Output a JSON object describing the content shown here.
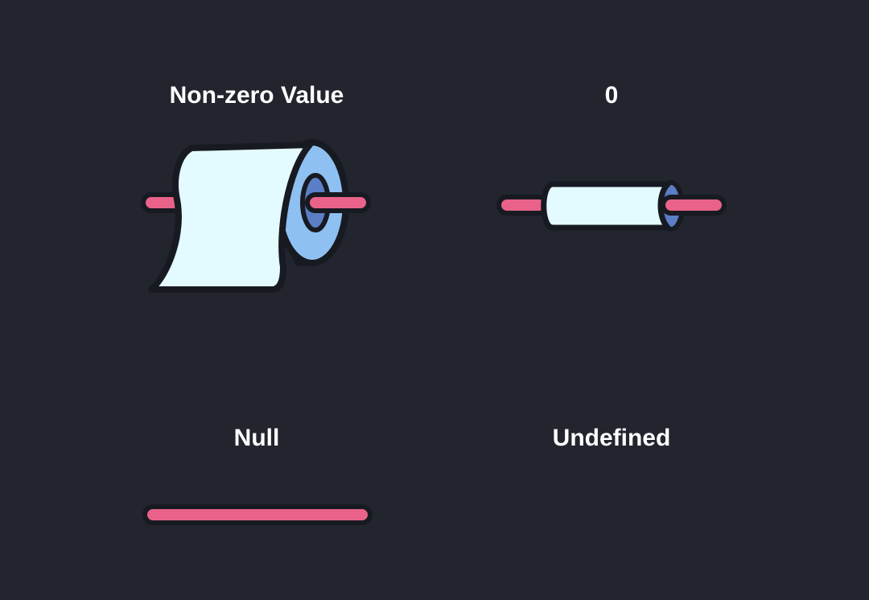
{
  "colors": {
    "background": "#22252e",
    "outline": "#171a21",
    "paper": "#e3fbff",
    "rod": "#e9628a",
    "core": "#8fc0f2",
    "core_dark": "#5c7ec6",
    "label_text": "#ffffff"
  },
  "panels": [
    {
      "label": "Non-zero Value",
      "illustration": "full-toilet-paper-roll-icon"
    },
    {
      "label": "0",
      "illustration": "empty-cardboard-tube-icon"
    },
    {
      "label": "Null",
      "illustration": "bare-holder-rod-icon"
    },
    {
      "label": "Undefined",
      "illustration": ""
    }
  ]
}
